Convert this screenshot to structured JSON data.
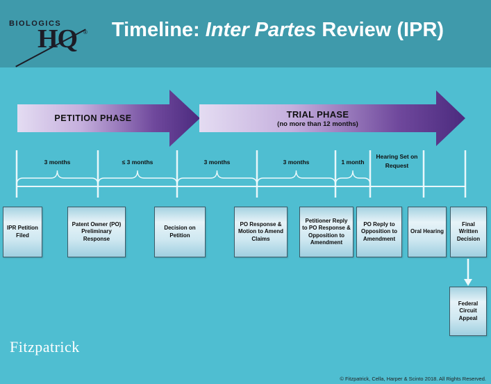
{
  "header": {
    "logo": {
      "top": "BIOLOGICS",
      "main": "HQ",
      "registered": "®"
    },
    "title": {
      "prefix": "Timeline: ",
      "italic": "Inter Partes",
      "suffix": " Review (IPR)"
    }
  },
  "phases": {
    "petition": {
      "label": "PETITION PHASE"
    },
    "trial": {
      "label": "TRIAL PHASE",
      "note": "(no more than 12 months)"
    }
  },
  "timeline": {
    "segments": [
      {
        "duration": "3 months"
      },
      {
        "duration": "≤ 3 months"
      },
      {
        "duration": "3 months"
      },
      {
        "duration": "3 months"
      },
      {
        "duration": "1 month"
      },
      {
        "duration": "Hearing Set on Request"
      }
    ]
  },
  "steps": [
    {
      "label": "IPR Petition Filed"
    },
    {
      "label": "Patent Owner (PO) Preliminary Response"
    },
    {
      "label": "Decision on Petition"
    },
    {
      "label": "PO Response & Motion to Amend Claims"
    },
    {
      "label": "Petitioner Reply to PO Response & Opposition to Amendment"
    },
    {
      "label": "PO Reply to Opposition to Amendment"
    },
    {
      "label": "Oral Hearing"
    },
    {
      "label": "Final Written Decision"
    },
    {
      "label": "Federal Circuit Appeal"
    }
  ],
  "footer": {
    "brand": "Fitzpatrick",
    "copyright": "© Fitzpatrick, Cella, Harper & Scinto 2018. All Rights Reserved."
  },
  "colors": {
    "header_bg": "#3f9aab",
    "body_bg": "#4fbed1",
    "arrow_gradient_light": "#e4dcf2",
    "arrow_gradient_dark": "#4b2a7e",
    "box_border": "#3e5a66",
    "line_white": "#f0fafc"
  }
}
